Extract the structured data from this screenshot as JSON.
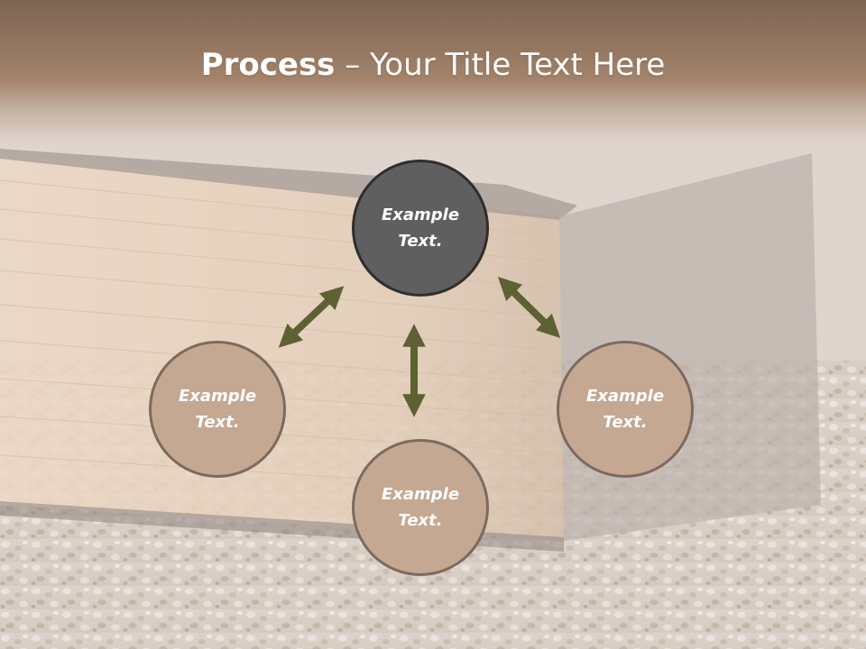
{
  "title": {
    "bold": "Process",
    "rest": " – Your Title Text Here"
  },
  "nodes": {
    "center": "Example\nText.",
    "left": "Example\nText.",
    "bottom": "Example\nText.",
    "right": "Example\nText."
  },
  "colors": {
    "center_fill": "#5f5f5f",
    "outer_fill": "#c4a892",
    "arrow": "#5e6133",
    "header_band": "#a58468"
  }
}
